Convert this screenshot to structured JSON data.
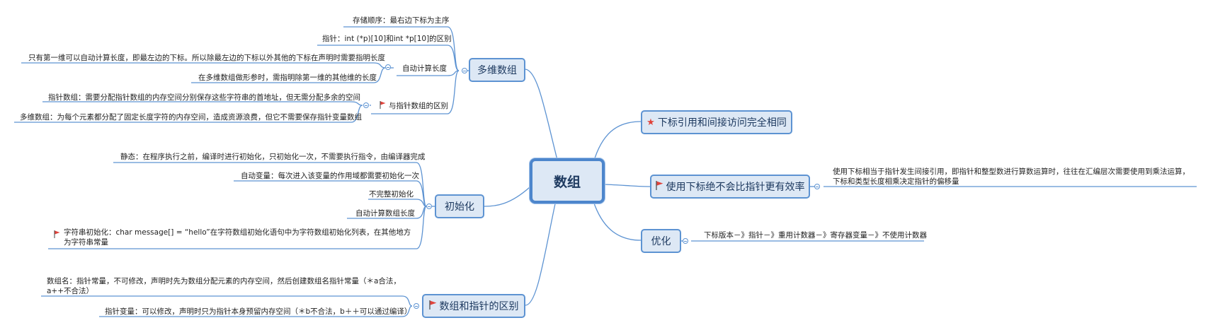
{
  "central": {
    "label": "数组"
  },
  "branches": {
    "multi_dim": {
      "label": "多维数组",
      "items": {
        "storage_order": "存储顺序：最右边下标为主序",
        "pointer_diff": "指针：int (*p)[10]和int *p[10]的区别",
        "auto_length": {
          "label": "自动计算长度",
          "details": [
            "只有第一维可以自动计算长度，即最左边的下标。所以除最左边的下标以外其他的下标在声明时需要指明长度",
            "在多维数组做形参时，需指明除第一维的其他维的长度"
          ]
        },
        "pointer_array_diff": {
          "label": "与指针数组的区别",
          "details": [
            "指针数组：需要分配指针数组的内存空间分别保存这些字符串的首地址，但无需分配多余的空间",
            "多维数组：为每个元素都分配了固定长度字符的内存空间，造成资源浪费，但它不需要保存指针变量数组"
          ]
        }
      }
    },
    "init": {
      "label": "初始化",
      "items": {
        "static": "静态：在程序执行之前，编译时进行初始化，只初始化一次，不需要执行指令，由编译器完成",
        "auto": "自动变量：每次进入该变量的作用域都需要初始化一次",
        "incomplete": "不完整初始化",
        "auto_length": "自动计算数组长度",
        "string_init": "字符串初始化：char message[] = “hello”在字符数组初始化语句中为字符数组初始化列表，在其他地方为字符串常量"
      }
    },
    "array_pointer_diff": {
      "label": "数组和指针的区别",
      "items": {
        "array_name": "数组名：指针常量，不可修改，声明时先为数组分配元素的内存空间，然后创建数组名指针常量（＊a合法，a++不合法）",
        "pointer_var": "指针变量：可以修改，声明时只为指针本身预留内存空间（＊b不合法，b＋＋可以通过编译）"
      }
    },
    "subscript_same": {
      "label": "下标引用和间接访问完全相同"
    },
    "subscript_efficiency": {
      "label": "使用下标绝不会比指针更有效率",
      "detail": "使用下标相当于指针发生间接引用，即指针和整型数进行算数运算时，往往在汇编层次需要使用到乘法运算，下标和类型长度相乘决定指针的偏移量"
    },
    "optimize": {
      "label": "优化",
      "detail": "下标版本－》指针－》重用计数器－》寄存器变量－》不使用计数器"
    }
  },
  "colors": {
    "line": "#5d93d2",
    "topic_fill": "#dde8f5",
    "flag": "#e0433b",
    "star": "#e0433b"
  }
}
